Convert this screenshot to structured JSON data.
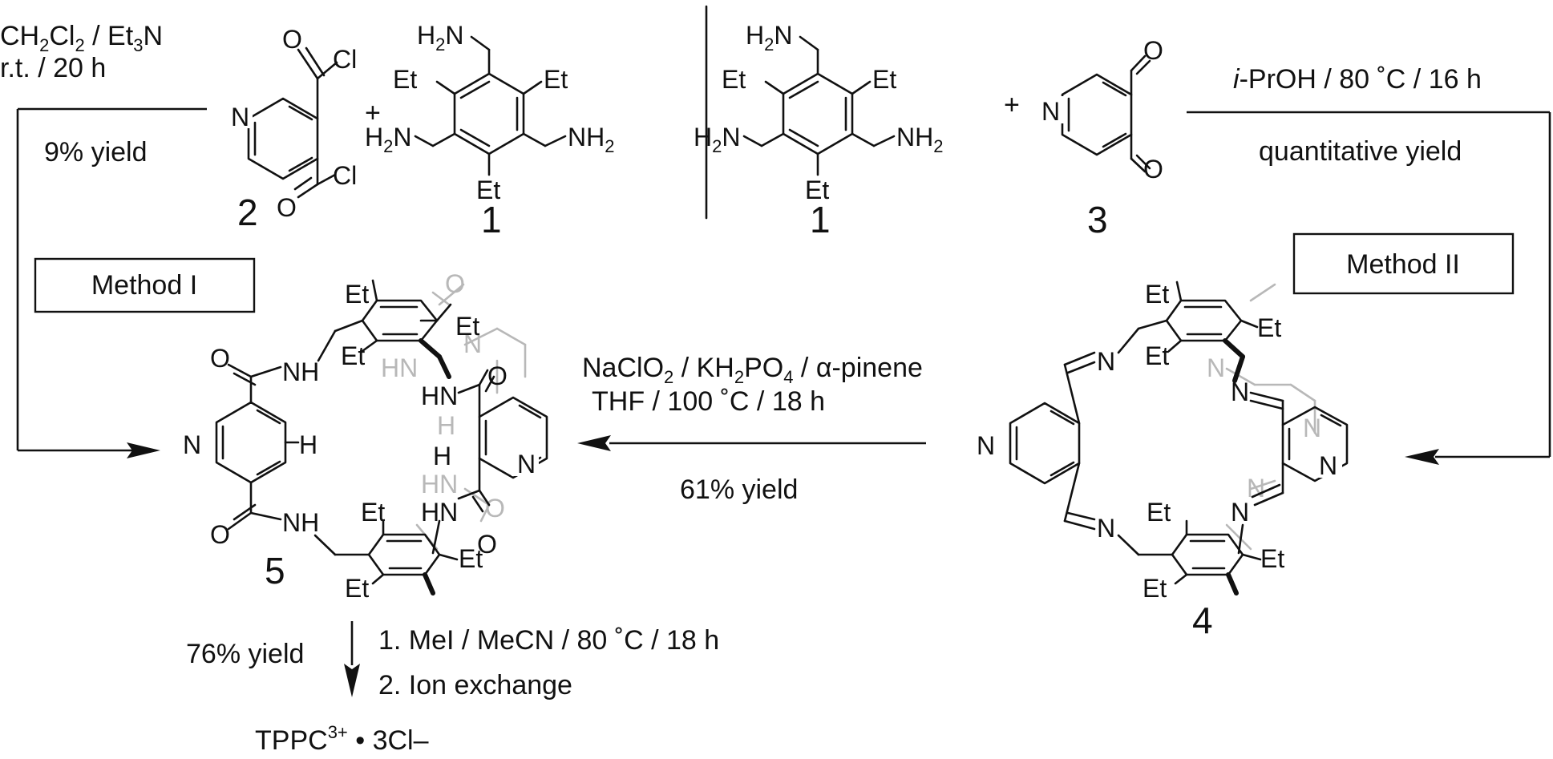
{
  "colors": {
    "ink": "#111111",
    "background_ring": "#b8b8b8",
    "page": "#ffffff"
  },
  "method1": {
    "conditions_1": "CH2Cl2 / Et3N",
    "conditions_2": "r.t. / 20 h",
    "yield": "9% yield",
    "box_label": "Method I"
  },
  "method2": {
    "conditions": "i-PrOH / 80 ˚C / 16 h",
    "yield": "quantitative yield",
    "box_label": "Method II"
  },
  "oxidation": {
    "conditions_1": "NaClO2 / KH2PO4 / α-pinene",
    "conditions_2": "THF / 100 ˚C / 18 h",
    "yield": "61% yield"
  },
  "methylation": {
    "yield": "76% yield",
    "step_1": "1. MeI / MeCN / 80 ˚C / 18 h",
    "step_2": "2. Ion exchange"
  },
  "product": {
    "name": "TPPC",
    "charge": "3+",
    "bullet": "•",
    "counterion": "3Cl–"
  },
  "compounds": {
    "c1": "1",
    "c2": "2",
    "c3": "3",
    "c4": "4",
    "c5": "5"
  },
  "atoms": {
    "N": "N",
    "H": "H",
    "O": "O",
    "Cl": "Cl",
    "Et": "Et",
    "NH": "NH",
    "HN": "HN",
    "NH2": "NH",
    "H2N": "H",
    "sub2": "2"
  }
}
